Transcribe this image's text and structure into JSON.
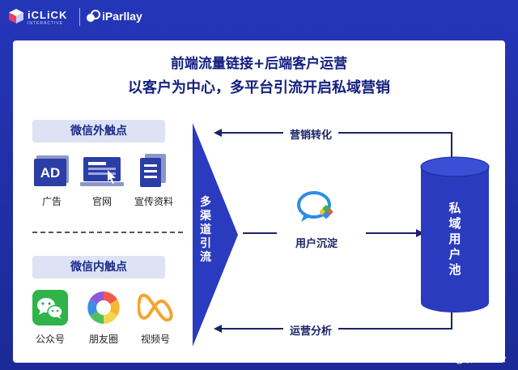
{
  "header": {
    "logo1_text": "iCLiCK",
    "logo1_sub": "INTERACTIVE",
    "logo2_text": "iParllay"
  },
  "card": {
    "title_line1": "前端流量链接+后端客户运营",
    "title_line2": "以客户为中心，多平台引流开启私域营销"
  },
  "outside": {
    "label": "微信外触点",
    "items": [
      {
        "icon": "ad-icon",
        "label": "广告"
      },
      {
        "icon": "website-icon",
        "label": "官网"
      },
      {
        "icon": "document-icon",
        "label": "宣传资料"
      }
    ]
  },
  "inside": {
    "label": "微信内触点",
    "items": [
      {
        "icon": "wechat-icon",
        "label": "公众号"
      },
      {
        "icon": "moments-icon",
        "label": "朋友圈"
      },
      {
        "icon": "channels-icon",
        "label": "视频号"
      }
    ]
  },
  "ad_icon_text": "AD",
  "funnel_text": "多渠道引流",
  "hub": {
    "icon": "wecom-icon",
    "label": "用户沉淀"
  },
  "flow_top": "营销转化",
  "flow_bottom": "运营分析",
  "pool_text": "私域用户池",
  "colors": {
    "navy": "#14207e",
    "bg_blue": "#2436b8",
    "pool": "#2a3bbf",
    "label_bg": "#dde3f4"
  },
  "watermark": "头条 @胖鲸头条"
}
